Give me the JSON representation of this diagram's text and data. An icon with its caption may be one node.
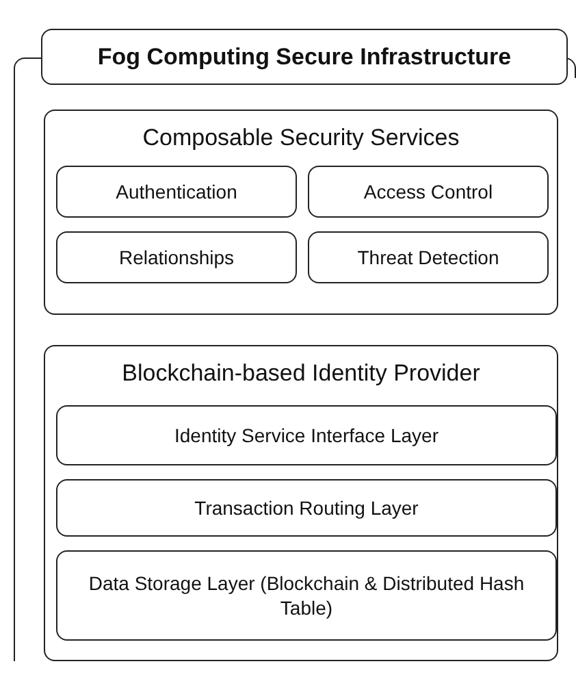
{
  "diagram": {
    "nodes": [
      {
        "text": [
          "Fog Computing Secure Infrastructure"
        ]
      },
      {
        "text": [
          "Composable Security Services"
        ],
        "in": 0
      },
      {
        "text": [
          "Authentication"
        ],
        "in": 1
      },
      {
        "text": [
          "Access Control"
        ],
        "in": 1
      },
      {
        "text": [
          "Relationships"
        ],
        "in": 1
      },
      {
        "text": [
          "Threat Detection"
        ],
        "in": 1
      },
      {
        "text": [
          "Blockchain-based Identity Provider"
        ],
        "in": 0
      },
      {
        "text": [
          "Identity Service Interface Layer"
        ],
        "in": 6
      },
      {
        "text": [
          "Transaction Routing Layer"
        ],
        "in": 6
      },
      {
        "text": [
          "Data Storage Layer (Blockchain & Distributed Hash Table)"
        ],
        "in": 6
      }
    ]
  }
}
